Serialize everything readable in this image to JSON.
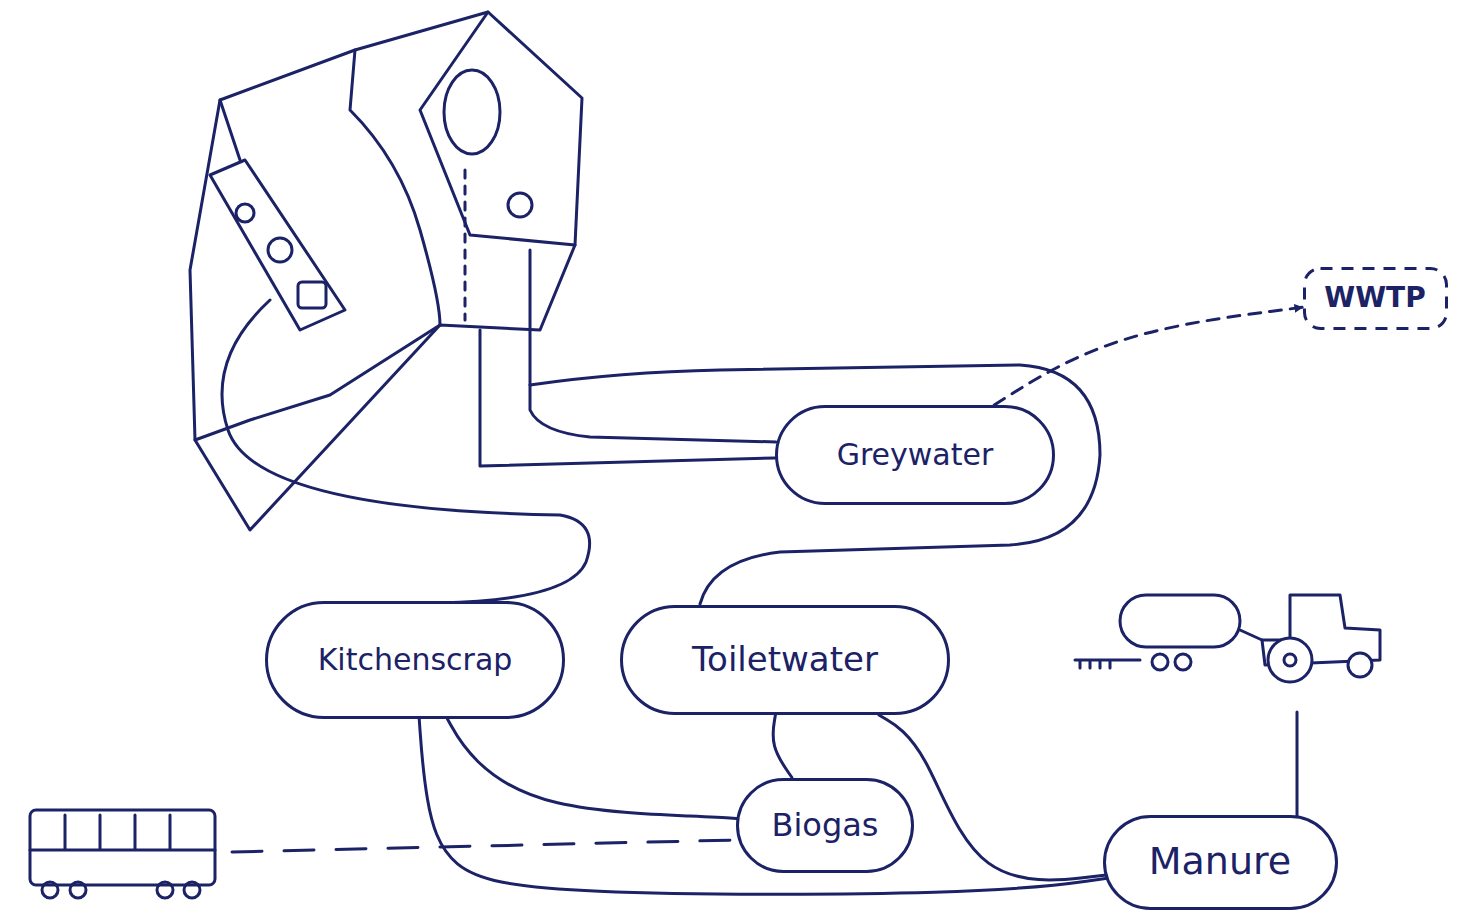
{
  "diagram": {
    "nodes": [
      {
        "text": [
          "Greywater"
        ]
      },
      {
        "text": [
          "WWTP"
        ]
      },
      {
        "text": [
          "Kitchenscrap"
        ]
      },
      {
        "text": [
          "Toiletwater"
        ]
      },
      {
        "text": [
          "Biogas"
        ]
      },
      {
        "text": [
          "Manure"
        ]
      }
    ],
    "edges": [
      {
        "from": 0,
        "to": 1,
        "arrow": "to"
      },
      {
        "from": 2,
        "to": 4,
        "arrow": "none"
      },
      {
        "from": 2,
        "to": 5,
        "arrow": "none"
      },
      {
        "from": 3,
        "to": 4,
        "arrow": "none"
      },
      {
        "from": 3,
        "to": 5,
        "arrow": "none"
      }
    ]
  }
}
